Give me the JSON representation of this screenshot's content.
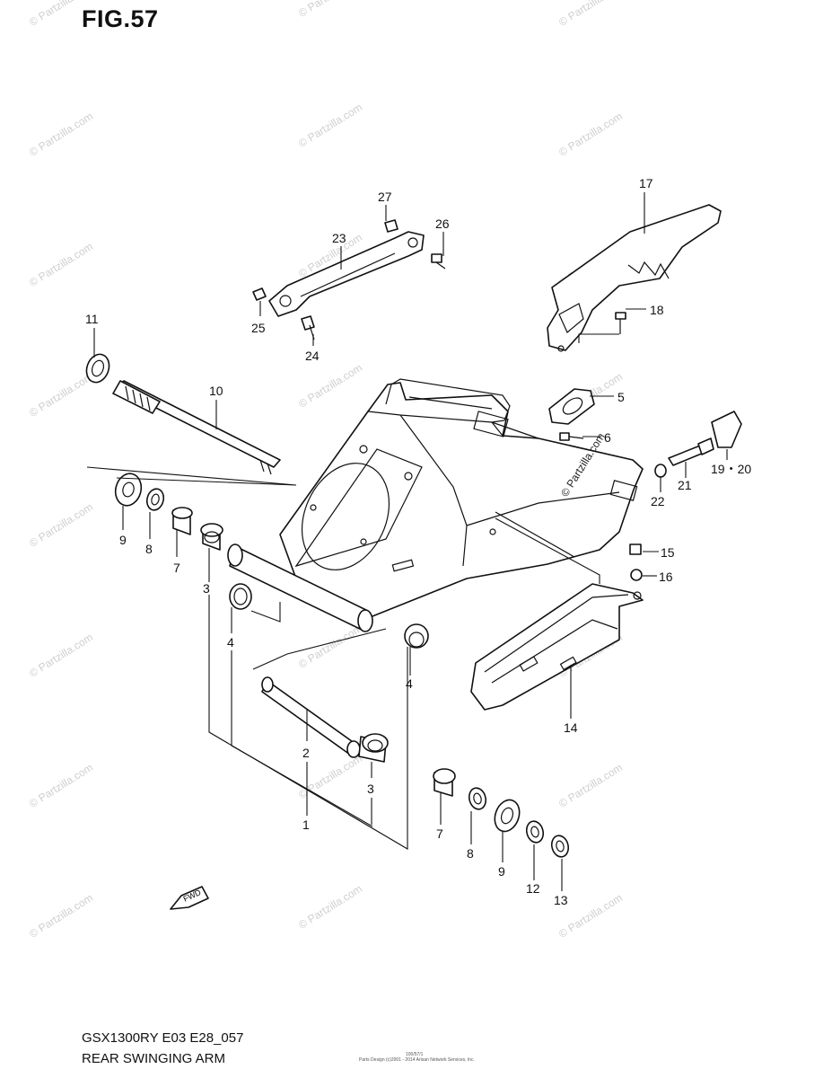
{
  "figure_label": "FIG.57",
  "model_code": "GSX1300RY E03 E28_057",
  "section_title": "REAR SWINGING ARM",
  "watermark_text": "© Partzilla.com",
  "small_code": "100/57/1",
  "copyright_line": "Parts Design (c)2001 - 2014 Arisan Network Services, Inc.",
  "fwd_label": "FWD",
  "callouts": {
    "c1": "1",
    "c2": "2",
    "c3a": "3",
    "c3b": "3",
    "c4a": "4",
    "c4b": "4",
    "c5": "5",
    "c6": "6",
    "c7a": "7",
    "c7b": "7",
    "c8a": "8",
    "c8b": "8",
    "c9a": "9",
    "c9b": "9",
    "c10": "10",
    "c11": "11",
    "c12": "12",
    "c13": "13",
    "c14": "14",
    "c15": "15",
    "c16": "16",
    "c17": "17",
    "c18": "18",
    "c1920": "19・20",
    "c21": "21",
    "c22": "22",
    "c23": "23",
    "c24": "24",
    "c25": "25",
    "c26": "26",
    "c27": "27"
  },
  "colors": {
    "ink": "#111111",
    "watermark": "#cfcfcf",
    "paper": "#ffffff"
  }
}
